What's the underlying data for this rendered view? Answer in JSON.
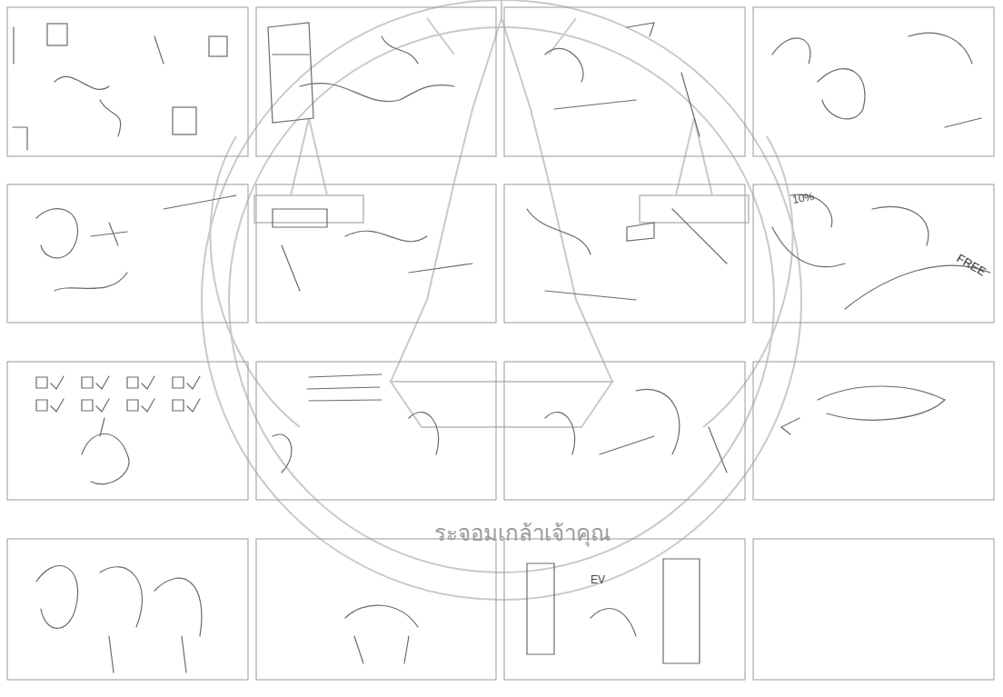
{
  "diagram": {
    "labels": [
      "10%",
      "FREE",
      "EV",
      "ระจอมเกล้าเจ้าคุณ"
    ]
  }
}
